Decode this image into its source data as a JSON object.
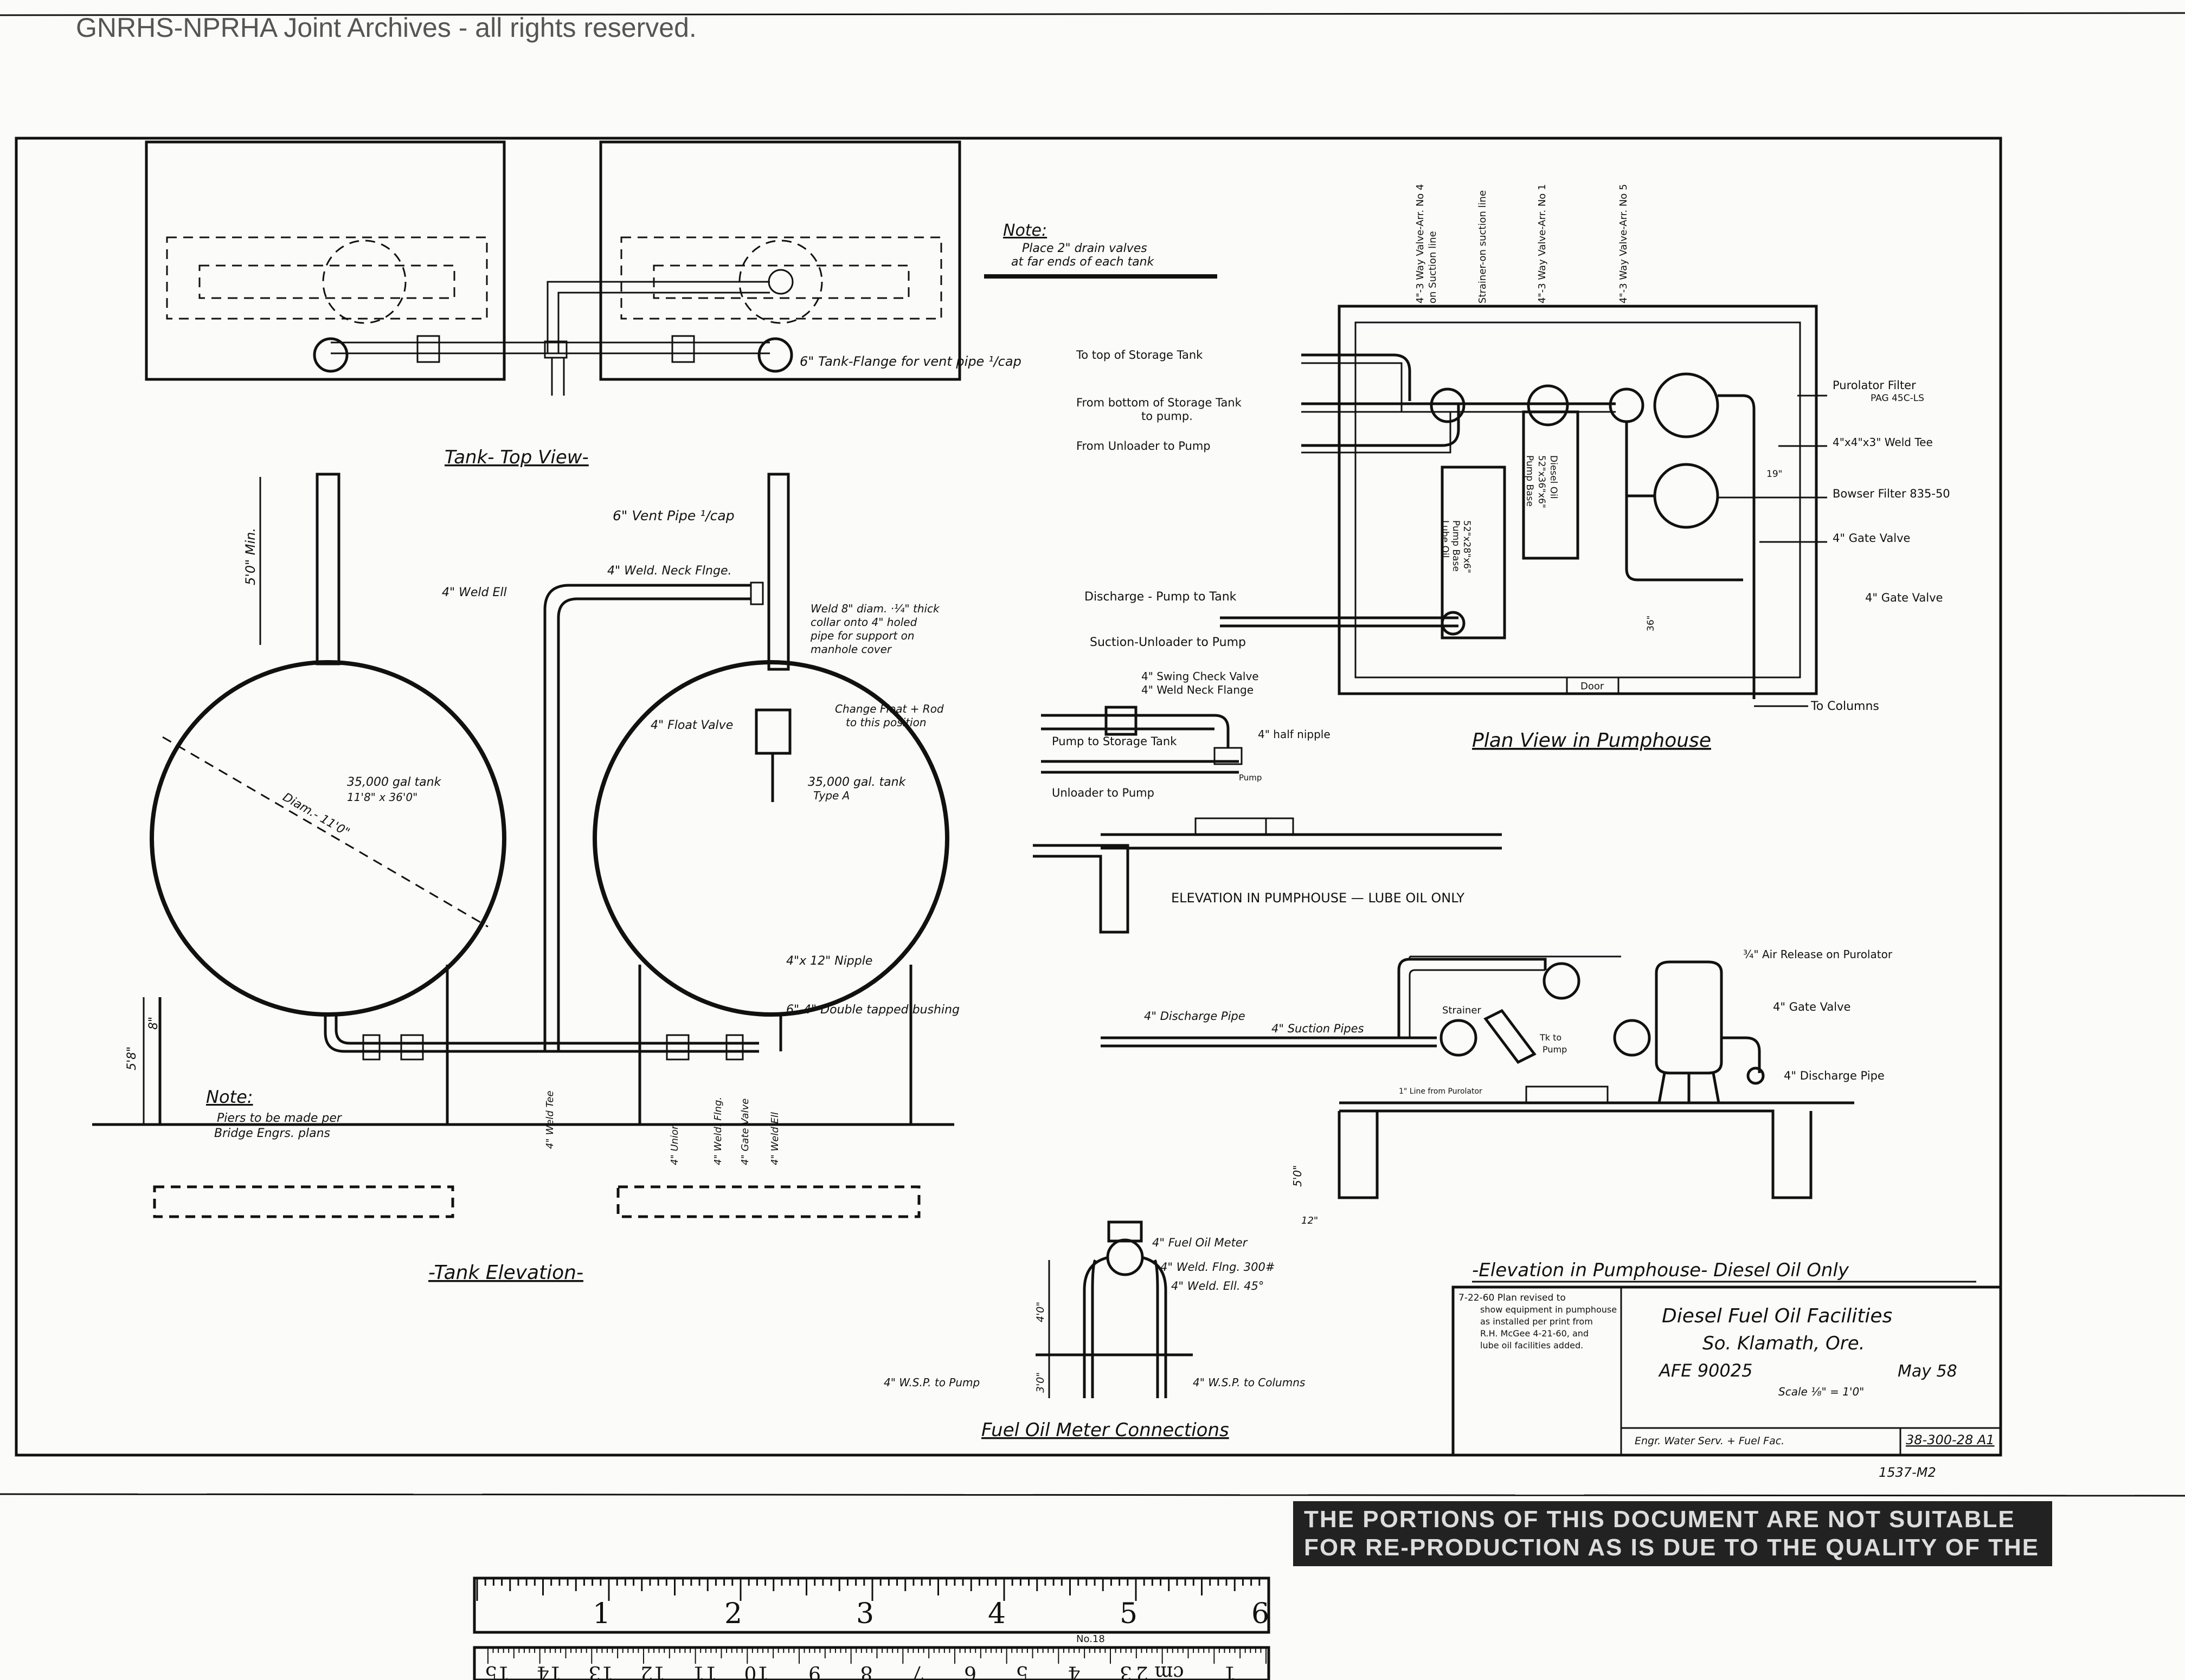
{
  "watermark": "GNRHS-NPRHA Joint Archives - all rights reserved.",
  "tank_top_view": {
    "title": "Tank- Top View-",
    "flange_note": "6\" Tank-Flange for vent pipe ¹/cap",
    "note_title": "Note:",
    "note_line1": "Place 2\" drain valves",
    "note_line2": "at far ends of each tank"
  },
  "tank_elevation": {
    "title": "-Tank Elevation-",
    "vent_pipe": "6\" Vent Pipe ¹/cap",
    "weld_neck": "4\" Weld. Neck Flnge.",
    "weld_ell": "4\" Weld Ell",
    "weld_collar1": "Weld 8\" diam. ·¼\" thick",
    "weld_collar2": "collar onto 4\" holed",
    "weld_collar3": "pipe for support on",
    "weld_collar4": "manhole cover",
    "float_valve": "4\" Float Valve",
    "change_float1": "Change Float + Rod",
    "change_float2": "to this position",
    "tank1_cap1": "35,000 gal tank",
    "tank1_cap2": "11'8\" x 36'0\"",
    "tank1_diam": "Diam.- 11'0\"",
    "tank2_cap1": "35,000 gal. tank",
    "tank2_cap2": "Type A",
    "vent_height": "5'0\" Min.",
    "nipple": "4\"x 12\" Nipple",
    "bushing": "6\"-4\" Double tapped bushing",
    "height_8": "8\"",
    "height_5": "5'8\"",
    "weld_tee": "4\" Weld Tee",
    "union": "4\" Union",
    "weld_flng": "4\" Weld. Flng.",
    "gate_valve": "4\" Gate Valve",
    "weld_ell_v": "4\" Weld Ell",
    "note_title": "Note:",
    "note_line1": "Piers to be made per",
    "note_line2": "Bridge Engrs. plans"
  },
  "plan_pumphouse": {
    "title": "Plan View in Pumphouse",
    "valve_no4a": "4\"-3 Way Valve-Arr. No 4",
    "valve_no4b": "on Suction line",
    "strainer": "Strainer-on suction line",
    "valve_no1": "4\"-3 Way Valve-Arr. No 1",
    "valve_no5": "4\"-3 Way Valve-Arr. No 5",
    "to_top_storage": "To top of Storage Tank",
    "from_bottom_storage1": "From bottom of Storage Tank",
    "from_bottom_storage2": "to pump.",
    "from_unloader": "From Unloader to Pump",
    "discharge_pump_tank": "Discharge - Pump to Tank",
    "suction_unloader": "Suction-Unloader to Pump",
    "purolator1": "Purolator Filter",
    "purolator2": "PAG 45C-LS",
    "weld_tee": "4\"x4\"x3\" Weld Tee",
    "dim_19": "19\"",
    "bowser": "Bowser Filter 835-50",
    "gate_valve1": "4\" Gate Valve",
    "gate_valve2": "4\" Gate Valve",
    "dim_36": "36\"",
    "door": "Door",
    "to_columns": "To Columns",
    "pump_base1": "Diesel Oil",
    "pump_base2": "52\"x36\"x6\"",
    "pump_base3": "Pump Base",
    "lube_base1": "52\"x28\"x6\"",
    "lube_base2": "Pump Base",
    "lube_base3": "Lube Oil"
  },
  "lube_oil": {
    "swing_check": "4\" Swing Check Valve",
    "weld_neck": "4\" Weld Neck Flange",
    "half_nipple": "4\" half nipple",
    "pump_to_storage": "Pump to Storage Tank",
    "unloader_to_pump": "Unloader to Pump",
    "pump": "Pump",
    "elevation_title": "ELEVATION IN PUMPHOUSE — LUBE OIL ONLY"
  },
  "diesel_elevation": {
    "air_release": "¾\" Air Release on Purolator",
    "strainer": "Strainer",
    "gate_valve": "4\" Gate Valve",
    "discharge_pipe": "4\" Discharge Pipe",
    "suction_pipes": "4\" Suction Pipes",
    "tk_pump1": "Tk to",
    "tk_pump2": "Pump",
    "discharge_right": "4\" Discharge Pipe",
    "from_purolator": "1\" Line from Purolator",
    "dim_50": "5'0\"",
    "dim_12": "12\"",
    "title": "-Elevation in Pumphouse- Diesel Oil Only"
  },
  "meter": {
    "fuel_meter": "4\" Fuel Oil Meter",
    "weld_flng": "4\" Weld. Flng. 300#",
    "weld_ell": "4\" Weld. Ell. 45°",
    "dim_40": "4'0\"",
    "dim_30": "3'0\"",
    "wsp_pump": "4\" W.S.P. to Pump",
    "wsp_columns": "4\" W.S.P. to Columns",
    "title": "Fuel Oil Meter Connections"
  },
  "revision": {
    "line1": "7-22-60 Plan revised to",
    "line2": "show equipment in pumphouse",
    "line3": "as installed per print from",
    "line4": "R.H. McGee 4-21-60, and",
    "line5": "lube oil facilities added."
  },
  "title_block": {
    "line1": "Diesel Fuel Oil Facilities",
    "line2": "So. Klamath, Ore.",
    "afe": "AFE 90025",
    "date": "May 58",
    "scale": "Scale ⅛\" = 1'0\"",
    "dept": "Engr. Water Serv. + Fuel Fac.",
    "number": "38-300-28 A1",
    "sheet": "1537-M2"
  },
  "ruler": {
    "inches": [
      "1",
      "2",
      "3",
      "4",
      "5",
      "6"
    ],
    "cm": [
      "1",
      "cm 2",
      "3",
      "4",
      "5",
      "6",
      "7",
      "8",
      "9",
      "10",
      "11",
      "12",
      "13",
      "14",
      "15"
    ],
    "maker": "No.18"
  },
  "notice": {
    "text": "THE PORTIONS OF THIS DOCUMENT ARE NOT SUITABLE FOR RE-PRODUCTION AS IS DUE TO THE QUALITY OF THE ORIGINAL."
  }
}
